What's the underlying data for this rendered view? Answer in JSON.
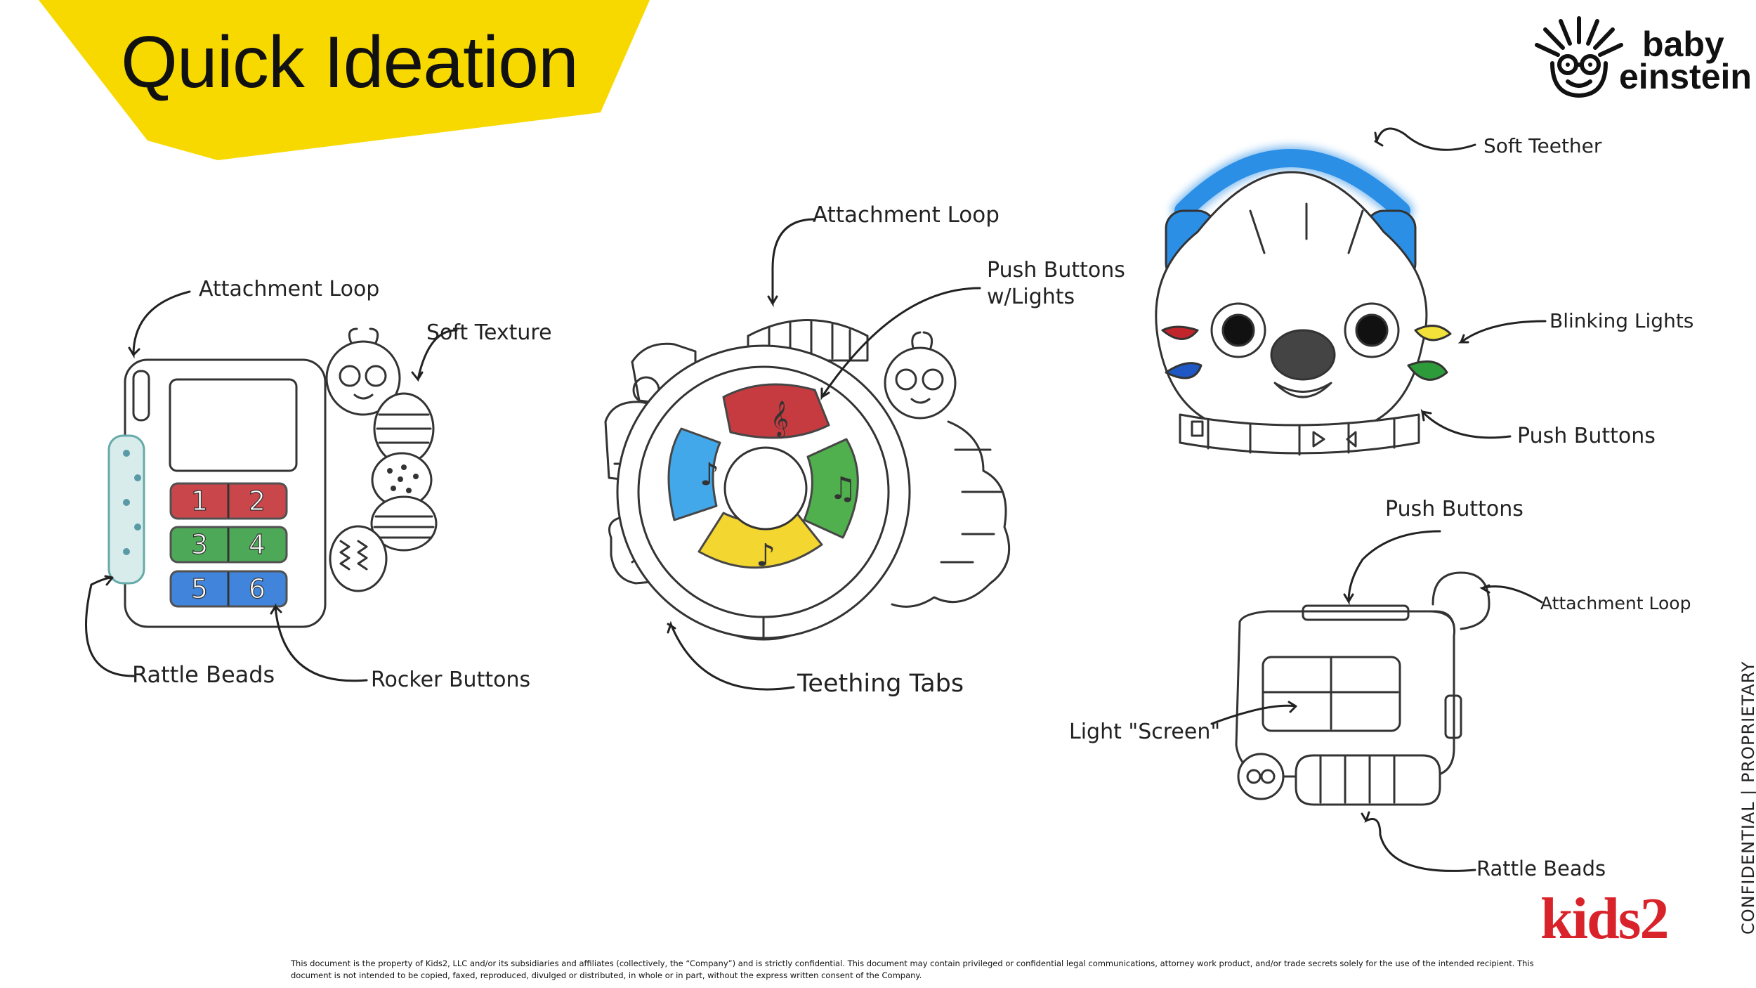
{
  "slide": {
    "title": "Quick Ideation",
    "accent_color": "#f7d900"
  },
  "brand": {
    "logo_line1": "baby",
    "logo_line2": "einstein",
    "company_logo": "kids2",
    "company_color": "#d9232a"
  },
  "concept_1": {
    "labels": {
      "attachment_loop": "Attachment Loop",
      "soft_texture": "Soft Texture",
      "rattle_beads": "Rattle Beads",
      "rocker_buttons": "Rocker Buttons"
    },
    "button_numbers": [
      "1",
      "2",
      "3",
      "4",
      "5",
      "6"
    ],
    "button_colors": [
      "#c0262c",
      "#2e9b3a",
      "#1f6fd6"
    ]
  },
  "concept_2": {
    "labels": {
      "attachment_loop": "Attachment Loop",
      "push_buttons": "Push Buttons w/Lights",
      "teething_tabs": "Teething Tabs"
    },
    "button_colors": [
      "#c0262c",
      "#2f9fe8",
      "#3ea83a",
      "#f2d21a"
    ]
  },
  "concept_3": {
    "labels": {
      "soft_teether": "Soft Teether",
      "blinking_lights": "Blinking Lights",
      "push_buttons": "Push Buttons"
    },
    "headphone_color": "#2b8fe6",
    "light_colors": [
      "#c0262c",
      "#1f57c4",
      "#f2e23a",
      "#2e9b3a"
    ]
  },
  "concept_4": {
    "labels": {
      "push_buttons": "Push Buttons",
      "attachment_loop": "Attachment Loop",
      "light_screen": "Light \"Screen\"",
      "rattle_beads": "Rattle Beads"
    }
  },
  "footer": {
    "confidential": "CONFIDENTIAL | PROPRIETARY",
    "disclaimer": "This document is the property of Kids2, LLC and/or its subsidiaries and affiliates (collectively, the “Company”) and is strictly confidential. This document may contain privileged or confidential legal communications, attorney work product, and/or trade secrets solely for the use of the intended recipient. This document is not intended to be copied, faxed, reproduced, divulged or distributed, in whole or in part, without the express written consent of the Company."
  }
}
